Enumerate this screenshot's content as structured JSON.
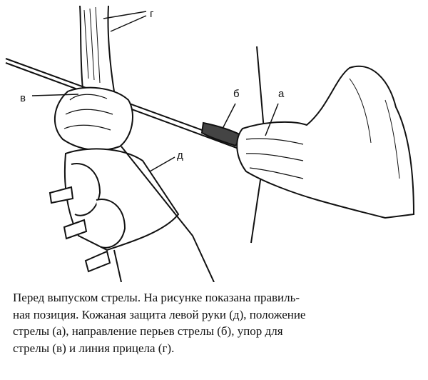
{
  "labels": {
    "a": "а",
    "b": "б",
    "v": "в",
    "g": "г",
    "d": "д"
  },
  "caption": {
    "lines": [
      "Перед выпуском стрелы. На рисунке показана правиль-",
      "ная позиция. Кожаная защита левой руки (д), положение",
      "стрелы (а), направление перьев стрелы (б), упор для",
      "стрелы (в) и линия прицела (г)."
    ]
  }
}
